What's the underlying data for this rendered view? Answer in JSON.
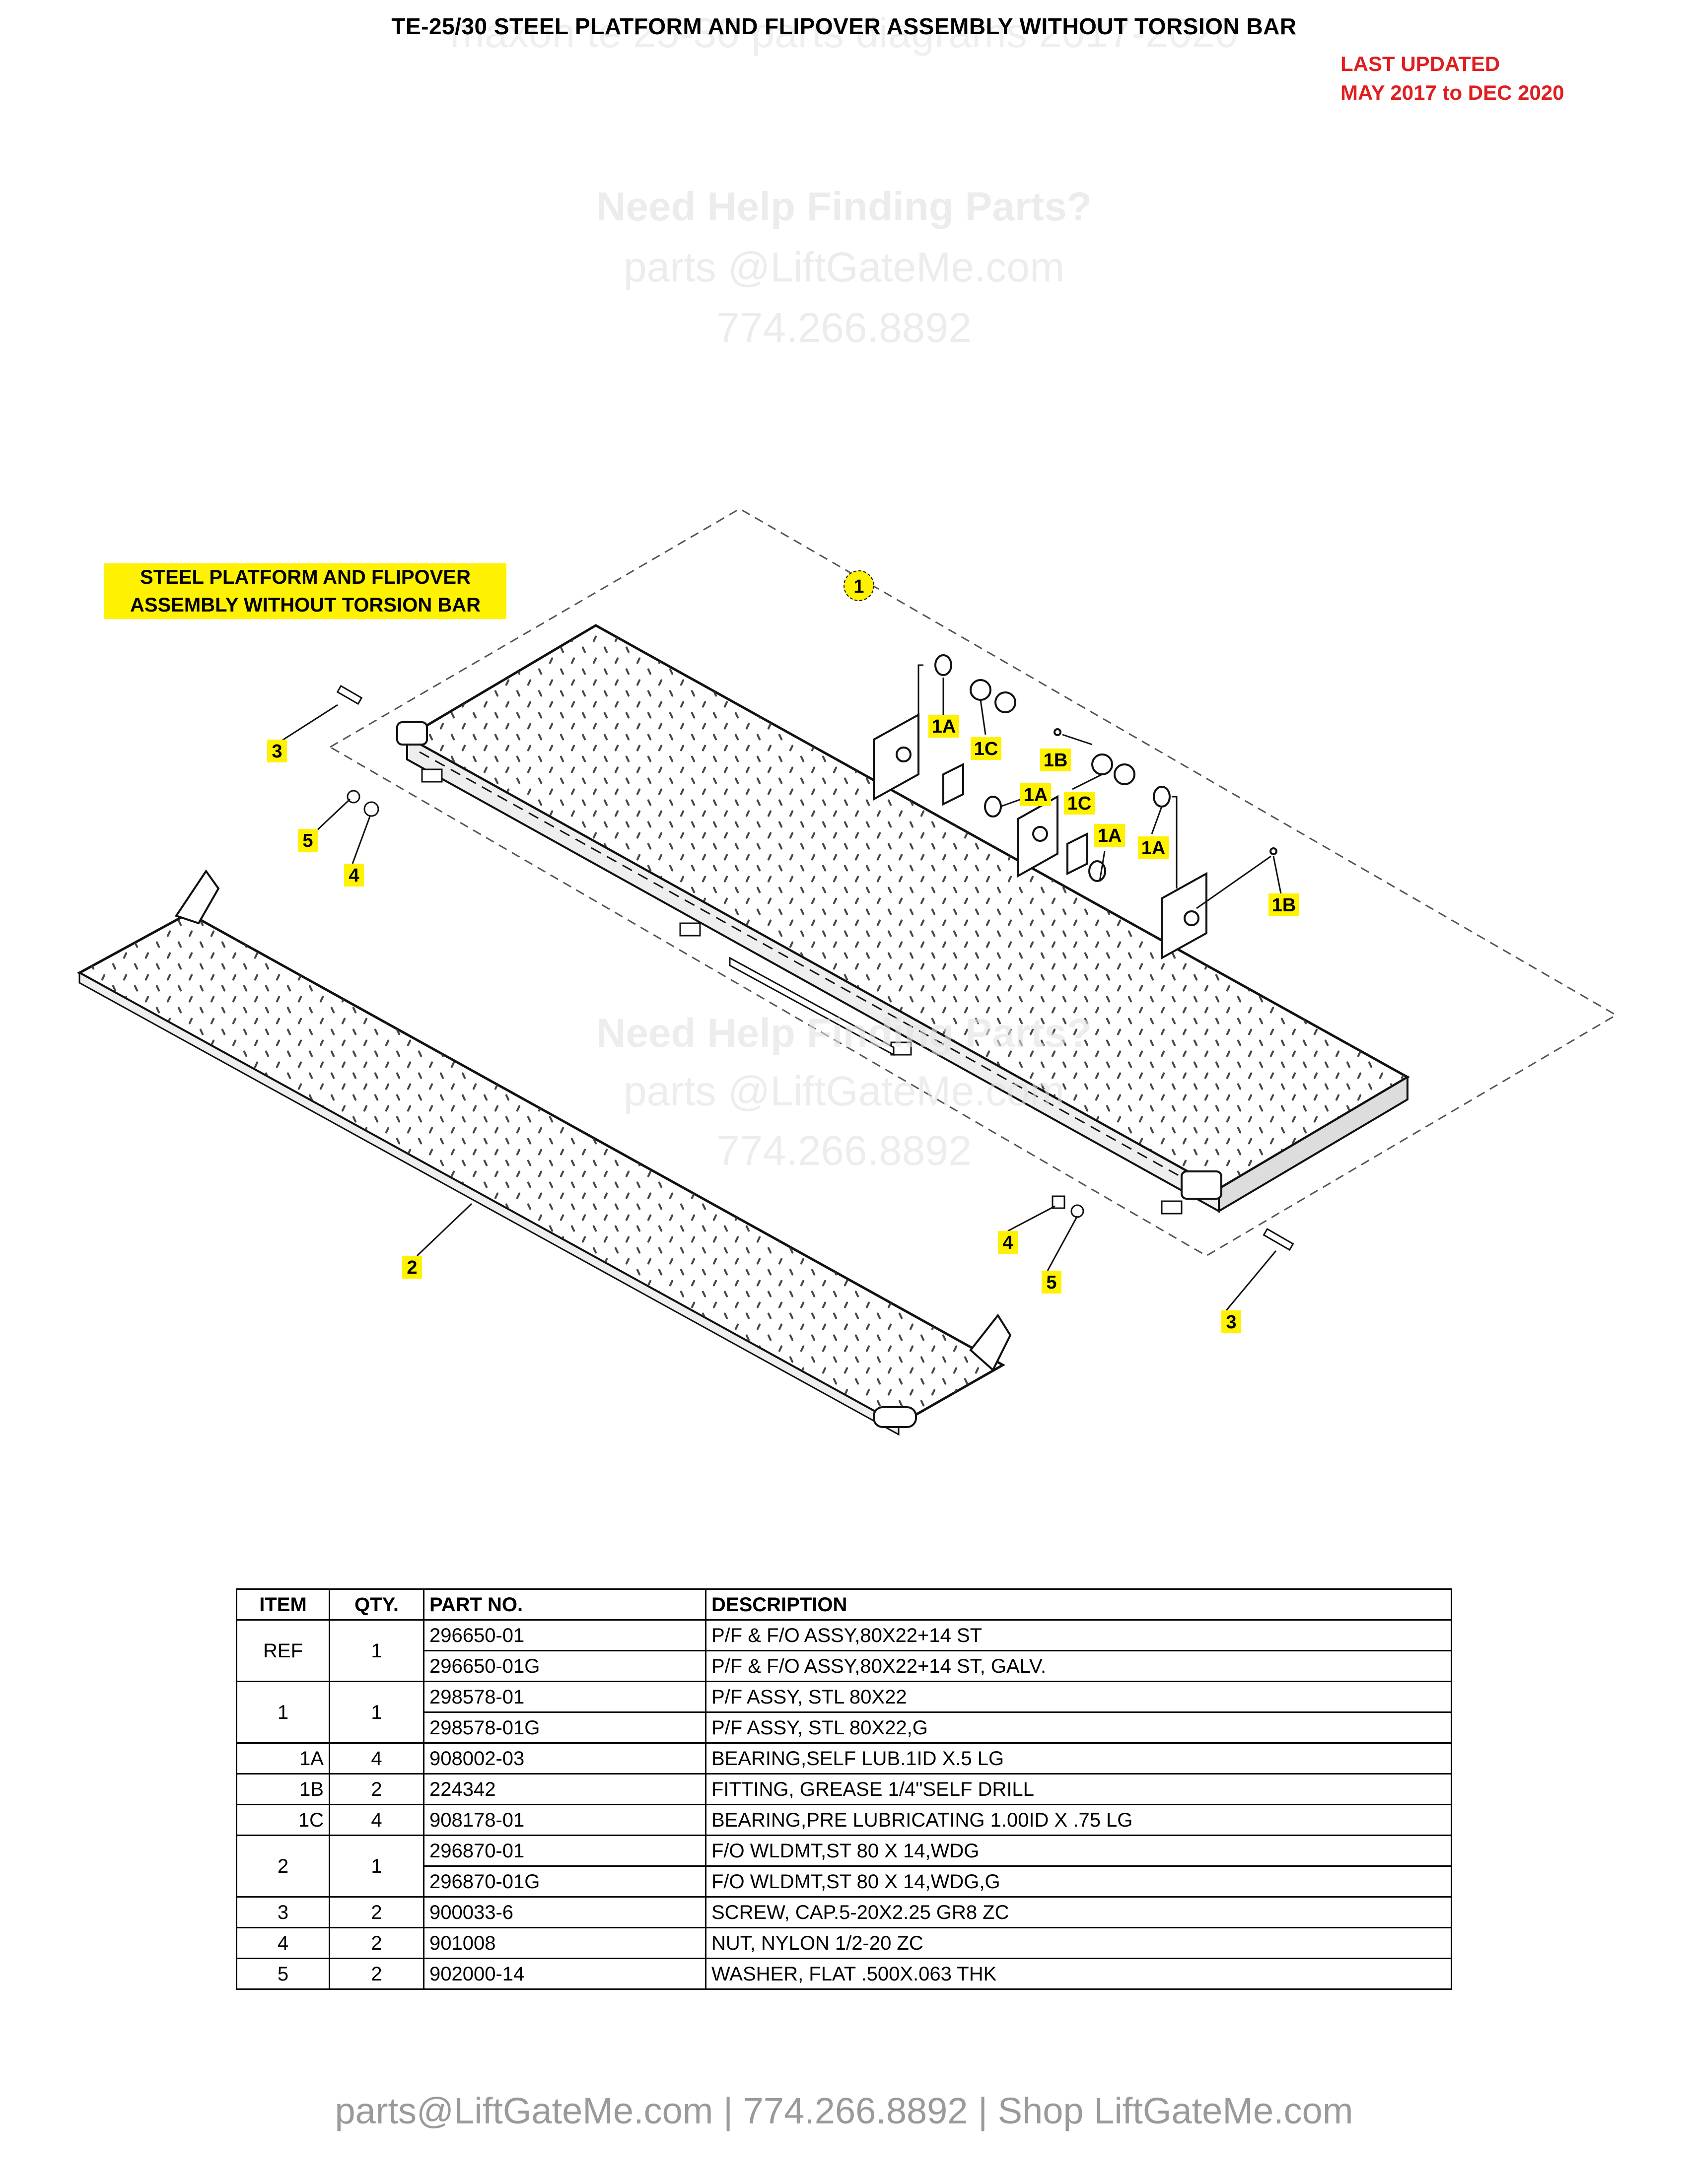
{
  "header": {
    "title": "TE-25/30 STEEL PLATFORM AND FLIPOVER ASSEMBLY WITHOUT TORSION BAR",
    "updated_line1": "LAST UPDATED",
    "updated_line2": "MAY 2017 to DEC 2020"
  },
  "watermark": {
    "top_line": "maxon te 25-30 parts diagrams 2017-2020",
    "heading": "Need Help Finding Parts?",
    "email": "parts @LiftGateMe.com",
    "phone": "774.266.8892"
  },
  "diagram": {
    "assembly_label_line1": "STEEL PLATFORM AND FLIPOVER",
    "assembly_label_line2": "ASSEMBLY WITHOUT TORSION BAR",
    "callouts": {
      "c1": "1",
      "c2": "2",
      "c3a": "3",
      "c3b": "3",
      "c4a": "4",
      "c4b": "4",
      "c5a": "5",
      "c5b": "5",
      "c1a_1": "1A",
      "c1a_2": "1A",
      "c1a_3": "1A",
      "c1a_4": "1A",
      "c1b_1": "1B",
      "c1b_2": "1B",
      "c1c_1": "1C",
      "c1c_2": "1C"
    },
    "callout_highlight": "#fff200"
  },
  "table": {
    "headers": {
      "item": "ITEM",
      "qty": "QTY.",
      "part": "PART NO.",
      "desc": "DESCRIPTION"
    },
    "groups": [
      {
        "item": "REF",
        "qty": "1",
        "rows": [
          {
            "part": "296650-01",
            "desc": "P/F & F/O ASSY,80X22+14 ST"
          },
          {
            "part": "296650-01G",
            "desc": "P/F & F/O ASSY,80X22+14 ST, GALV."
          }
        ]
      },
      {
        "item": "1",
        "qty": "1",
        "rows": [
          {
            "part": "298578-01",
            "desc": "P/F ASSY, STL 80X22"
          },
          {
            "part": "298578-01G",
            "desc": "P/F ASSY, STL 80X22,G"
          }
        ]
      },
      {
        "item": "1A",
        "qty": "4",
        "rows": [
          {
            "part": "908002-03",
            "desc": "BEARING,SELF LUB.1ID X.5 LG"
          }
        ]
      },
      {
        "item": "1B",
        "qty": "2",
        "rows": [
          {
            "part": "224342",
            "desc": "FITTING, GREASE 1/4\"SELF DRILL"
          }
        ]
      },
      {
        "item": "1C",
        "qty": "4",
        "rows": [
          {
            "part": "908178-01",
            "desc": "BEARING,PRE LUBRICATING 1.00ID X .75 LG"
          }
        ]
      },
      {
        "item": "2",
        "qty": "1",
        "rows": [
          {
            "part": "296870-01",
            "desc": "F/O WLDMT,ST 80 X 14,WDG"
          },
          {
            "part": "296870-01G",
            "desc": "F/O WLDMT,ST 80 X 14,WDG,G"
          }
        ]
      },
      {
        "item": "3",
        "qty": "2",
        "rows": [
          {
            "part": "900033-6",
            "desc": "SCREW, CAP.5-20X2.25 GR8 ZC"
          }
        ]
      },
      {
        "item": "4",
        "qty": "2",
        "rows": [
          {
            "part": "901008",
            "desc": "NUT, NYLON 1/2-20 ZC"
          }
        ]
      },
      {
        "item": "5",
        "qty": "2",
        "rows": [
          {
            "part": "902000-14",
            "desc": "WASHER, FLAT .500X.063 THK"
          }
        ]
      }
    ]
  },
  "footer": {
    "text": "parts@LiftGateMe.com | 774.266.8892 | Shop LiftGateMe.com"
  }
}
